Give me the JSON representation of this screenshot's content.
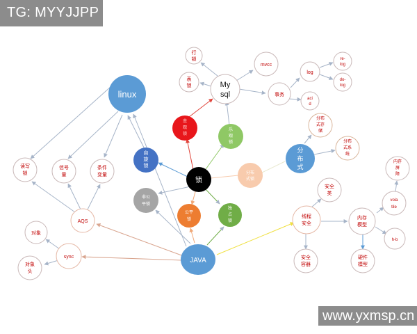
{
  "watermarks": {
    "top_left": "TG: MYYJJPP",
    "bottom_right": "www.yxmsp.cn"
  },
  "nodes": {
    "linux": "linux",
    "mysql_line1": "My",
    "mysql_line2": "sql",
    "row_lock_l1": "行",
    "row_lock_l2": "锁",
    "table_lock_l1": "表",
    "table_lock_l2": "锁",
    "mvcc": "mvcc",
    "log": "log",
    "redo_l1": "re-",
    "redo_l2": "log",
    "undo_l1": "do-",
    "undo_l2": "log",
    "tx": "事务",
    "acid_l1": "aci",
    "acid_l2": "d",
    "pessimistic_l1": "悲",
    "pessimistic_l2": "观",
    "pessimistic_l3": "锁",
    "optimistic_l1": "乐",
    "optimistic_l2": "观",
    "optimistic_l3": "锁",
    "spin_l1": "自",
    "spin_l2": "旋",
    "spin_l3": "锁",
    "lock": "锁",
    "fair_l1": "公平",
    "fair_l2": "锁",
    "unfair_l1": "非公",
    "unfair_l2": "平锁",
    "exclusive_l1": "独",
    "exclusive_l2": "占",
    "exclusive_l3": "锁",
    "distributed_lock_l1": "分布",
    "distributed_lock_l2": "式锁",
    "distributed_l1": "分",
    "distributed_l2": "布",
    "distributed_l3": "式",
    "dist_storage_l1": "分布",
    "dist_storage_l2": "式存",
    "dist_storage_l3": "储",
    "dist_system_l1": "分布",
    "dist_system_l2": "式系",
    "dist_system_l3": "统",
    "rw_lock_l1": "读写",
    "rw_lock_l2": "锁",
    "semaphore_l1": "信号",
    "semaphore_l2": "量",
    "condition_l1": "条件",
    "condition_l2": "变量",
    "aqs": "AQS",
    "object": "对象",
    "sync": "sync",
    "object_header_l1": "对象",
    "object_header_l2": "头",
    "java": "JAVA",
    "thread_safe_l1": "线程",
    "thread_safe_l2": "安全",
    "safe_class_l1": "安全",
    "safe_class_l2": "类",
    "safe_container_l1": "安全",
    "safe_container_l2": "容器",
    "memory_model_l1": "内存",
    "memory_model_l2": "模型",
    "hardware_model_l1": "硬件",
    "hardware_model_l2": "模型",
    "volatile_l1": "vola",
    "volatile_l2": "tile",
    "mem_barrier_l1": "内存",
    "mem_barrier_l2": "屏",
    "mem_barrier_l3": "障",
    "hb": "h-b"
  },
  "colors": {
    "linux": "#5b9bd5",
    "distributed": "#5b9bd5",
    "java": "#5b9bd5",
    "pessimistic": "#e8161b",
    "optimistic": "#8fc865",
    "spin": "#4472c4",
    "lock": "#000000",
    "fair": "#ed7d31",
    "unfair": "#a5a5a5",
    "exclusive": "#70ad47",
    "distributed_lock": "#f8cbad",
    "small_outline": "#c9b8b8",
    "small_text": "#c00000",
    "edge_gray": "#a6b4c8",
    "edge_red": "#e0443a",
    "edge_orange": "#f0a878",
    "edge_yellow": "#f0e040",
    "edge_brown": "#d9a58f",
    "edge_blue": "#5b9bd5",
    "watermark_bg": "#8c8c8c"
  }
}
